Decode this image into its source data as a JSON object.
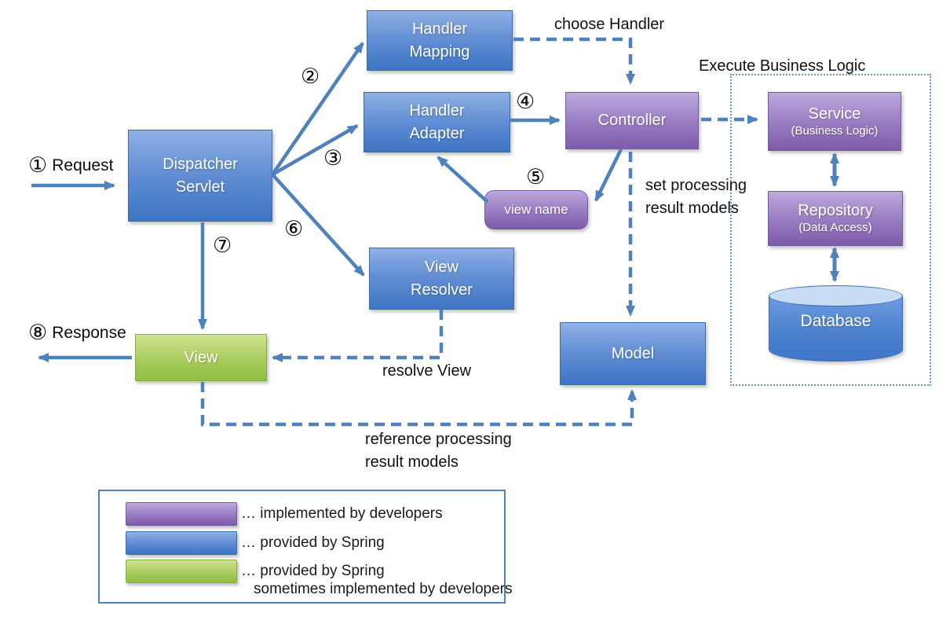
{
  "nodes": {
    "dispatcher_servlet": {
      "label": "Dispatcher\nServlet"
    },
    "handler_mapping": {
      "label": "Handler\nMapping"
    },
    "handler_adapter": {
      "label": "Handler\nAdapter"
    },
    "controller": {
      "label": "Controller"
    },
    "view_name": {
      "label": "view name"
    },
    "view_resolver": {
      "label": "View\nResolver"
    },
    "view": {
      "label": "View"
    },
    "model": {
      "label": "Model"
    },
    "service": {
      "label": "Service",
      "sublabel": "(Business Logic)"
    },
    "repository": {
      "label": "Repository",
      "sublabel": "(Data Access)"
    },
    "database": {
      "label": "Database"
    }
  },
  "steps": {
    "step1": {
      "badge": "①",
      "label": "Request"
    },
    "step2": {
      "badge": "②"
    },
    "step3": {
      "badge": "③"
    },
    "step4": {
      "badge": "④"
    },
    "step5": {
      "badge": "⑤"
    },
    "step6": {
      "badge": "⑥"
    },
    "step7": {
      "badge": "⑦"
    },
    "step8": {
      "badge": "⑧",
      "label": "Response"
    }
  },
  "annotations": {
    "choose_handler": "choose Handler",
    "execute_business_logic": "Execute Business Logic",
    "set_processing": "set processing\nresult models",
    "resolve_view": "resolve View",
    "reference_processing": "reference processing\nresult models"
  },
  "legend": {
    "items": [
      {
        "swatch": "purple",
        "label": "… implemented by developers"
      },
      {
        "swatch": "blue",
        "label": "… provided by Spring"
      },
      {
        "swatch": "green",
        "label": "… provided by Spring",
        "label2": "sometimes implemented by developers"
      }
    ]
  },
  "colors": {
    "arrow_blue": "#4f81bd",
    "box_blue_top": "#8fb1e6",
    "box_blue_bottom": "#3d74c4",
    "box_purple_top": "#bda9dd",
    "box_purple_bottom": "#7d5ba8",
    "box_green_top": "#cfe48d",
    "box_green_bottom": "#8fbe42",
    "database_top_ellipse": "#c9dcf5"
  }
}
